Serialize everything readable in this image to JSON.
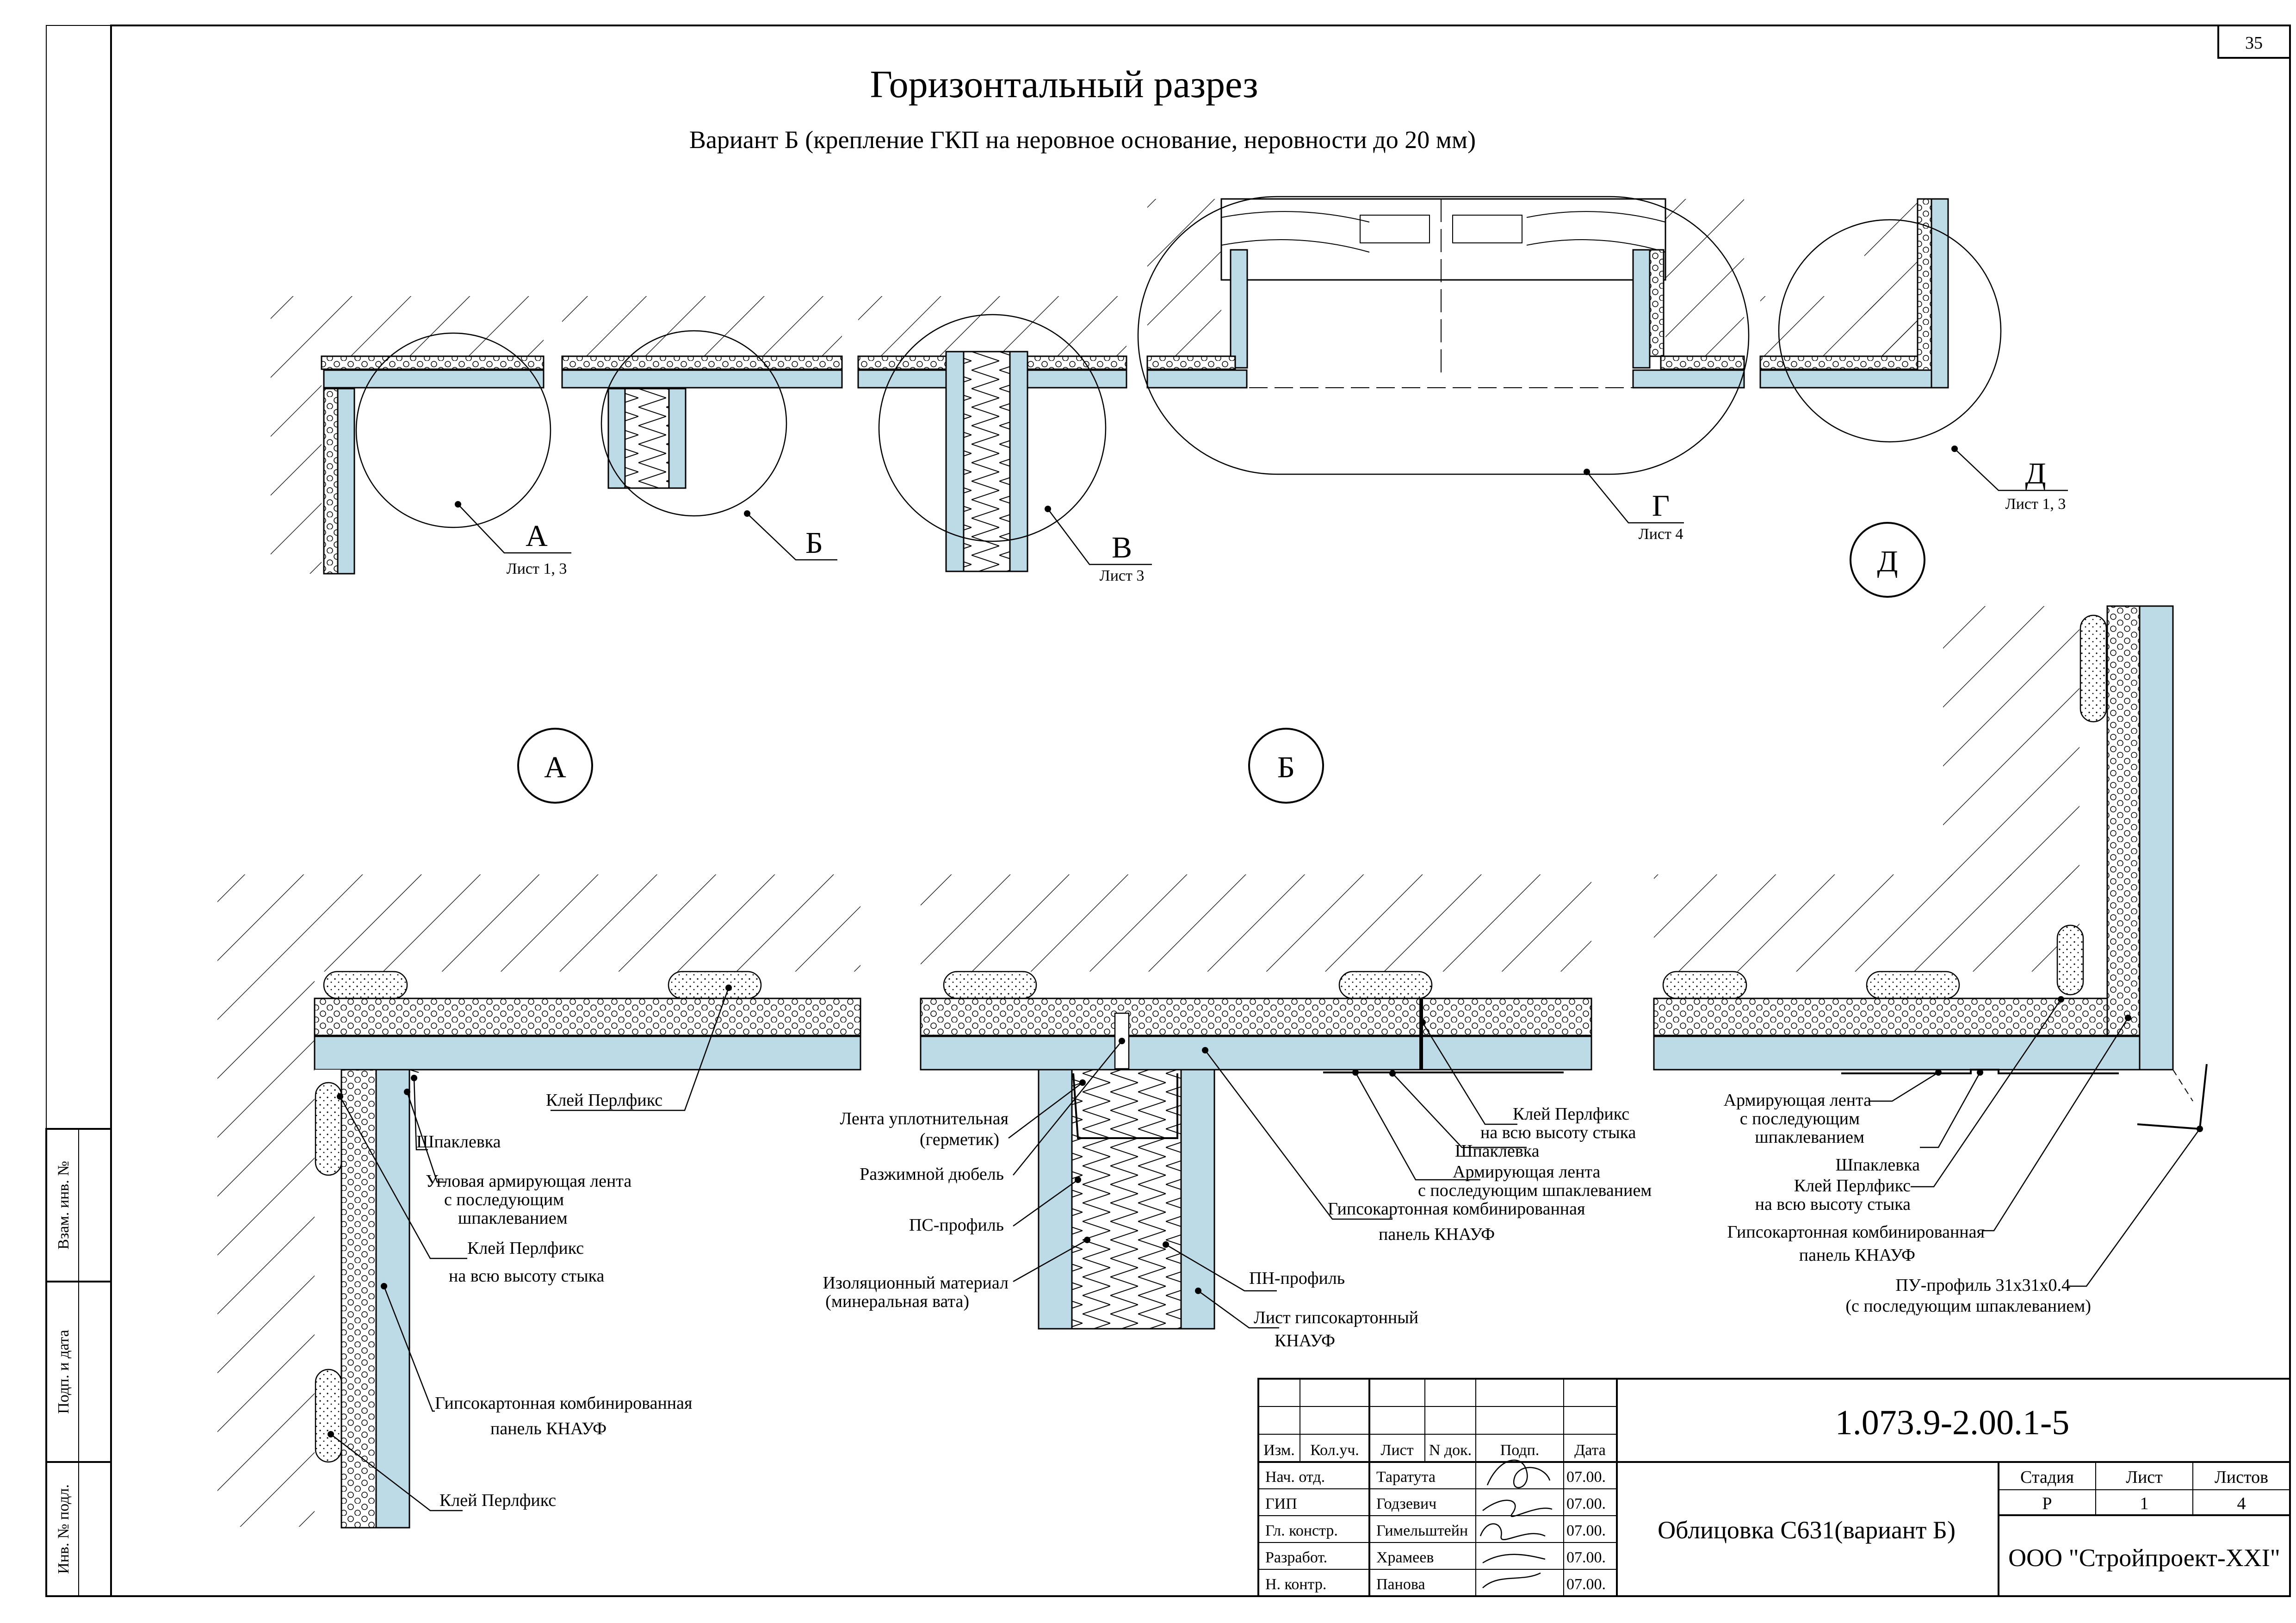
{
  "sheet_number": "35",
  "title": "Горизонтальный разрез",
  "subtitle": "Вариант Б (крепление ГКП на неровное основание, неровности до 20 мм)",
  "overview_callouts": [
    {
      "letter": "А",
      "ref": "Лист 1, 3"
    },
    {
      "letter": "Б",
      "ref": ""
    },
    {
      "letter": "В",
      "ref": "Лист 3"
    },
    {
      "letter": "Г",
      "ref": "Лист 4"
    },
    {
      "letter": "Д",
      "ref": "Лист 1, 3"
    }
  ],
  "detail_marks": {
    "a": "А",
    "b": "Б",
    "d": "Д"
  },
  "labels_a": {
    "glue_top": "Клей Перлфикс",
    "putty": "Шпаклевка",
    "corner_tape_1": "Угловая армирующая лента",
    "corner_tape_2": "с последующим",
    "corner_tape_3": "шпаклеванием",
    "glue_full_1": "Клей Перлфикс",
    "glue_full_2": "на всю высоту стыка",
    "panel_1": "Гипсокартонная комбинированная",
    "panel_2": "панель  КНАУФ",
    "glue_bottom": "Клей Перлфикс"
  },
  "labels_b": {
    "seal_tape_1": "Лента уплотнительная",
    "seal_tape_2": "(герметик)",
    "dowel": "Разжимной дюбель",
    "ps_profile": "ПС-профиль",
    "insulation_1": "Изоляционный материал",
    "insulation_2": "(минеральная вата)",
    "pn_profile": "ПН-профиль",
    "sheet_1": "Лист гипсокартонный",
    "sheet_2": "КНАУФ",
    "panel_1": "Гипсокартонная комбинированная",
    "panel_2": "панель  КНАУФ",
    "glue_1": "Клей Перлфикс",
    "glue_2": "на всю высоту стыка",
    "putty": "Шпаклевка",
    "tape_1": "Армирующая лента",
    "tape_2": "с последующим шпаклеванием"
  },
  "labels_d": {
    "tape_1": "Армирующая лента",
    "tape_2": "с последующим",
    "tape_3": "шпаклеванием",
    "putty": "Шпаклевка",
    "glue_1": "Клей Перлфикс",
    "glue_2": "на всю высоту стыка",
    "panel_1": "Гипсокартонная комбинированная",
    "panel_2": "панель  КНАУФ",
    "pu_1": "ПУ-профиль 31х31х0.4",
    "pu_2": "(с последующим шпаклеванием)"
  },
  "side_stamp": [
    "Взам. инв. №",
    "Подп. и дата",
    "Инв. № подл."
  ],
  "title_block": {
    "code": "1.073.9-2.00.1-5",
    "name": "Облицовка С631(вариант Б)",
    "company": "ООО \"Стройпроект-XXI\"",
    "col_headers": [
      "Изм.",
      "Кол.уч.",
      "Лист",
      "N док.",
      "Подп.",
      "Дата"
    ],
    "rows": [
      {
        "role": "Нач. отд.",
        "name": "Таратута",
        "date": "07.00."
      },
      {
        "role": "ГИП",
        "name": "Годзевич",
        "date": "07.00."
      },
      {
        "role": "Гл. констр.",
        "name": "Гимельштейн",
        "date": "07.00."
      },
      {
        "role": "Разработ.",
        "name": "Храмеев",
        "date": "07.00."
      },
      {
        "role": "Н. контр.",
        "name": "Панова",
        "date": "07.00."
      }
    ],
    "stage_header": "Стадия",
    "sheet_header": "Лист",
    "sheets_header": "Листов",
    "stage": "Р",
    "sheet": "1",
    "sheets": "4"
  }
}
